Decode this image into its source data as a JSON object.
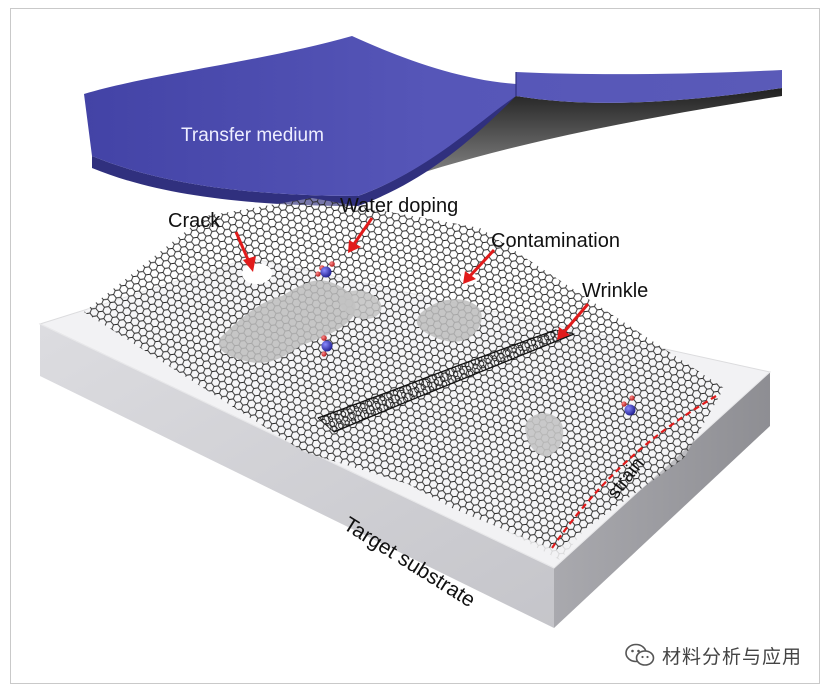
{
  "labels": {
    "transfer_medium": "Transfer medium",
    "crack": "Crack",
    "water_doping": "Water doping",
    "contamination": "Contamination",
    "wrinkle": "Wrinkle",
    "strain": "strain",
    "target_substrate": "Target substrate"
  },
  "watermark": {
    "text": "材料分析与应用",
    "icon": "wechat-icon"
  },
  "colors": {
    "transfer_medium": "#4b4bab",
    "arrow": "#e11b1b",
    "substrate_top": "#f2f2f4",
    "lattice": "#262626",
    "defect": "#bdbdbd",
    "oxygen": "#d42a2a",
    "hydrogen_bond_atom": "#2a2aa8"
  }
}
